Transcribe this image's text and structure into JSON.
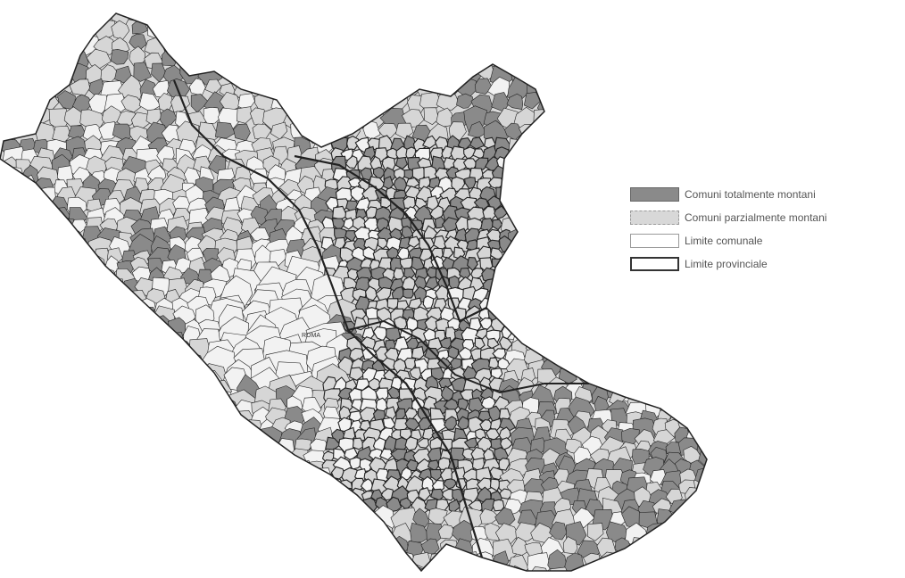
{
  "legend": {
    "items": [
      {
        "key": "full",
        "label": "Comuni totalmente montani"
      },
      {
        "key": "partial",
        "label": "Comuni parzialmente montani"
      },
      {
        "key": "comunale",
        "label": "Limite comunale"
      },
      {
        "key": "provinciale",
        "label": "Limite provinciale"
      }
    ]
  },
  "map": {
    "labels": [
      "ROMA"
    ]
  },
  "colors": {
    "full": "#8a8a8a",
    "partial": "#d6d6d6",
    "plain": "#f2f2f2",
    "border": "#222222"
  }
}
